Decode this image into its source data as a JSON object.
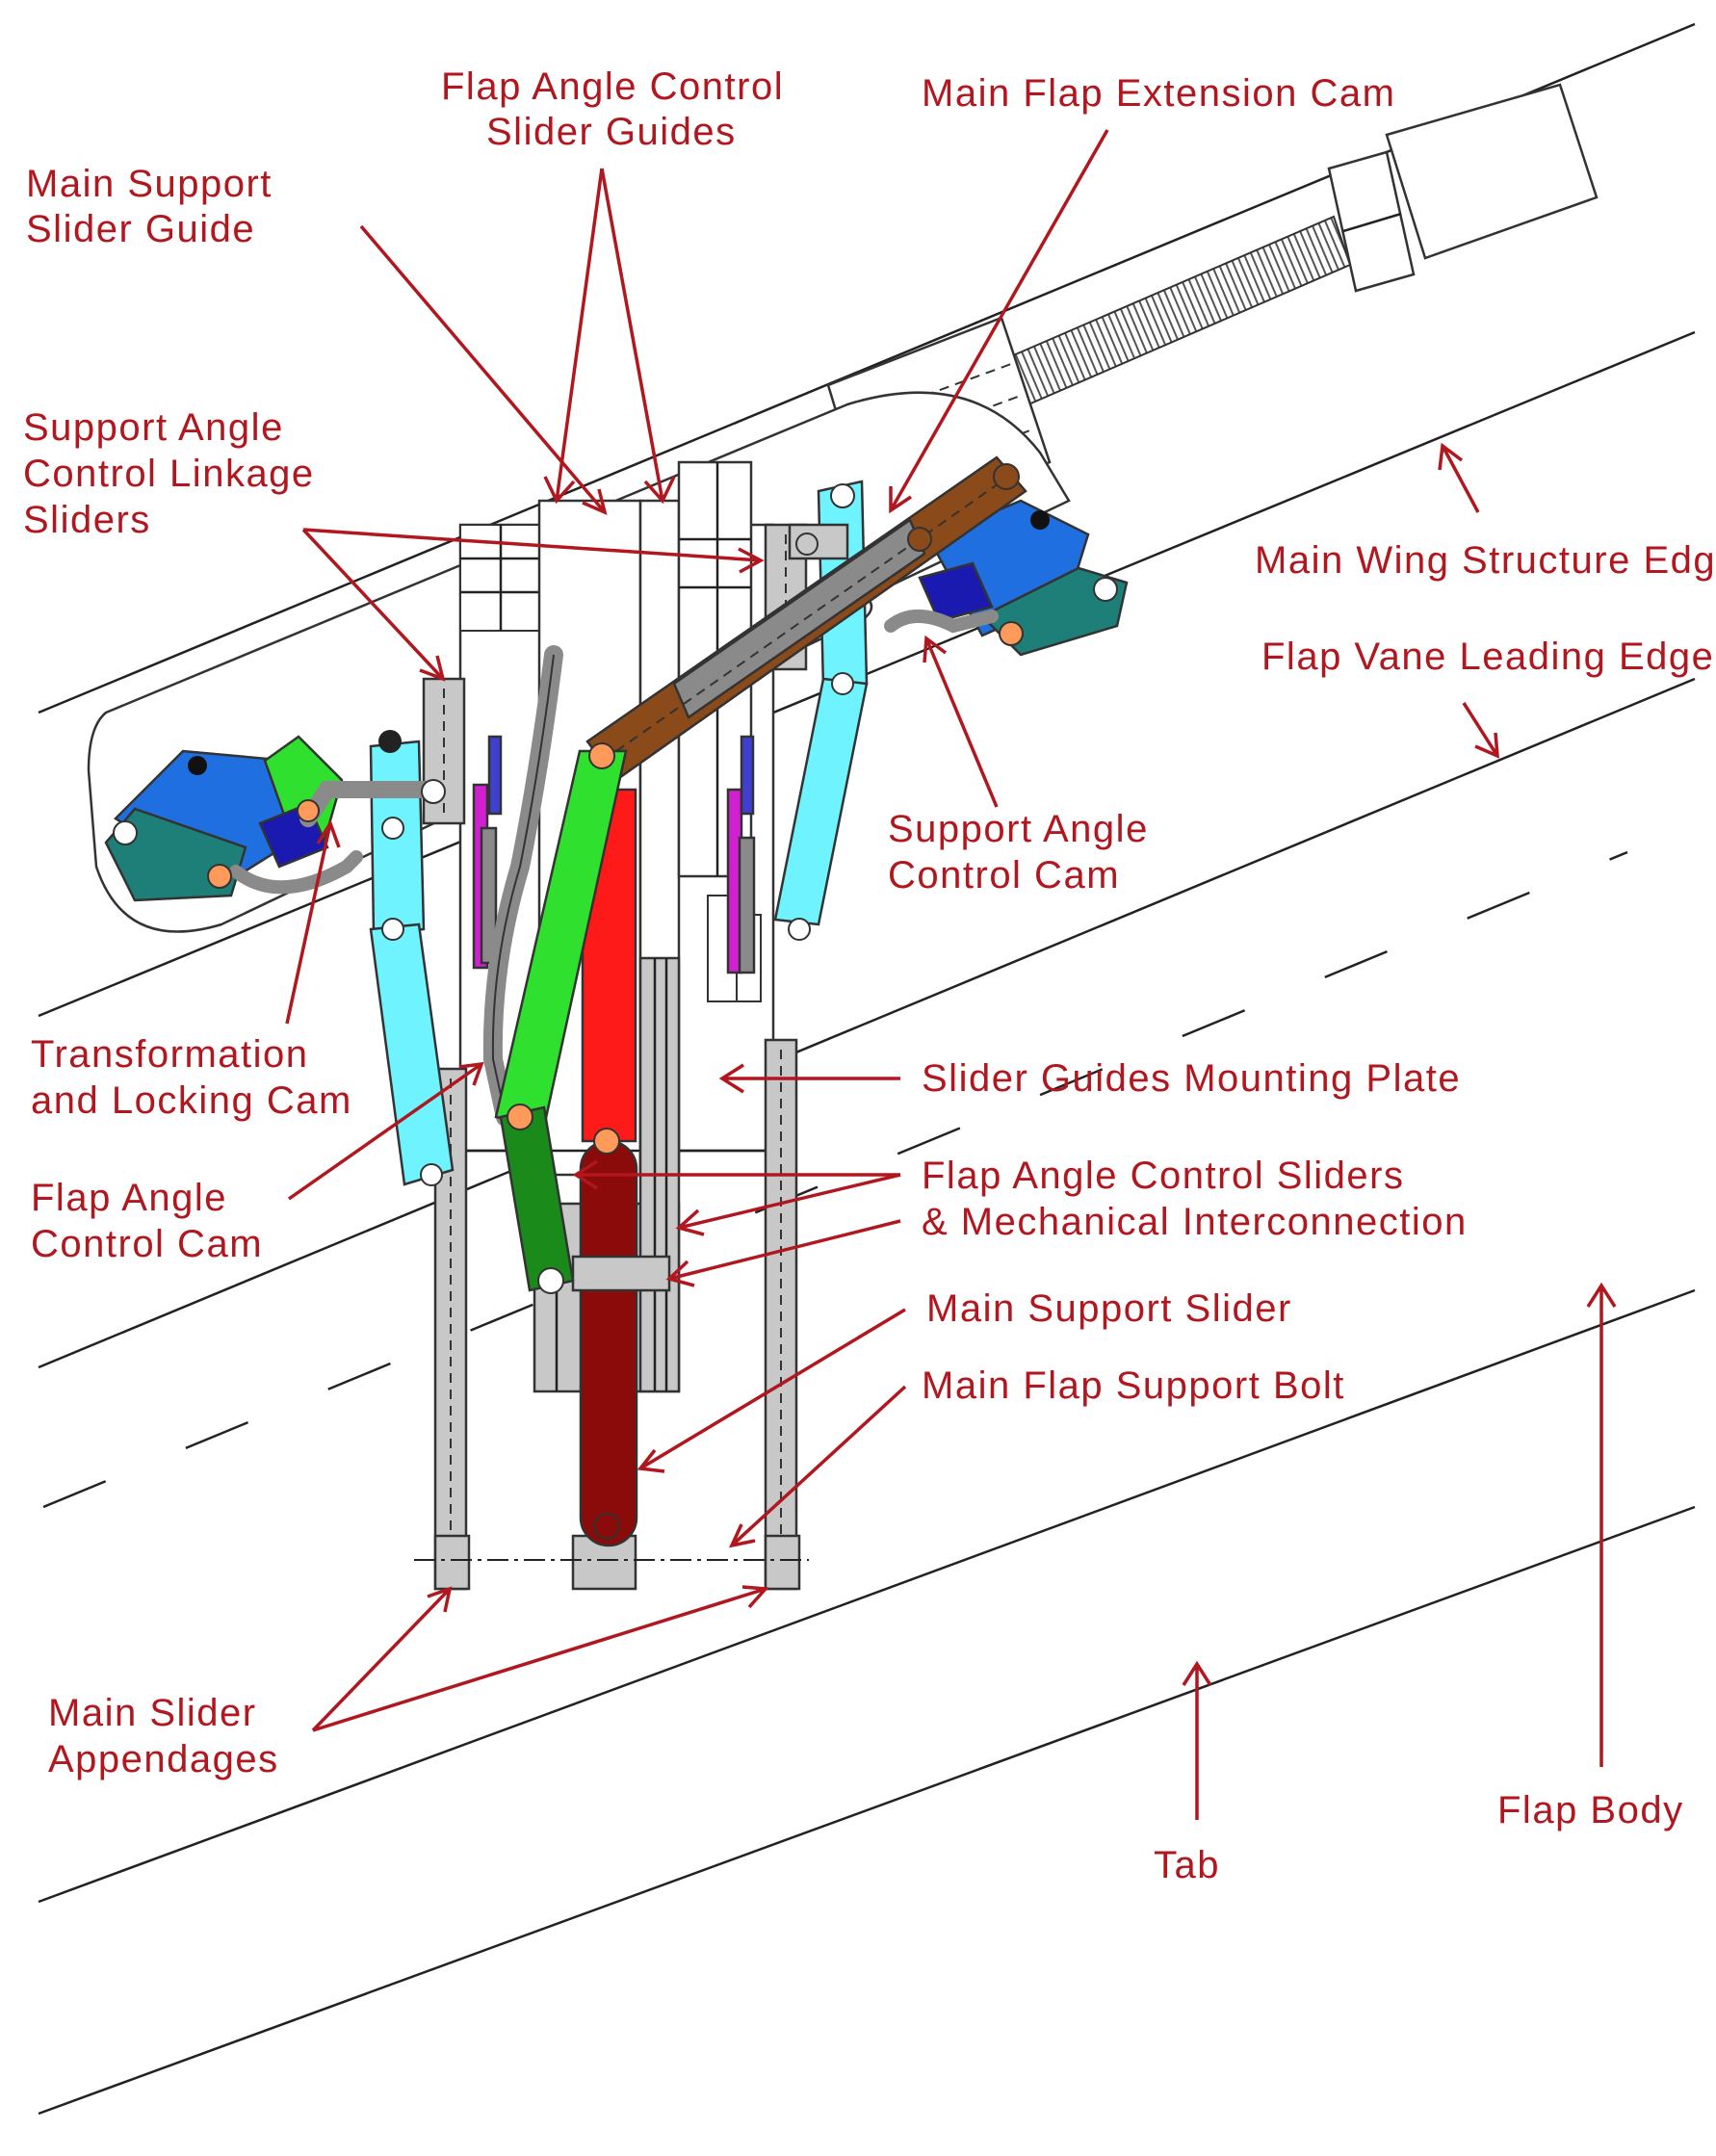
{
  "labels": {
    "flap_angle_control_slider_guides": [
      "Flap Angle Control",
      "Slider Guides"
    ],
    "main_flap_extension_cam": [
      "Main Flap Extension Cam"
    ],
    "main_support_slider_guide": [
      "Main Support",
      "Slider Guide"
    ],
    "support_angle_control_linkage_sliders": [
      "Support Angle",
      "Control Linkage",
      "Sliders"
    ],
    "main_wing_structure_edge": [
      "Main Wing Structure Edge"
    ],
    "flap_vane_leading_edge": [
      "Flap Vane Leading Edge"
    ],
    "support_angle_control_cam": [
      "Support Angle",
      "Control Cam"
    ],
    "transformation_and_locking_cam": [
      "Transformation",
      "and Locking Cam"
    ],
    "slider_guides_mounting_plate": [
      "Slider Guides Mounting Plate"
    ],
    "flap_angle_control_cam": [
      "Flap Angle",
      "Control Cam"
    ],
    "flap_angle_control_sliders": [
      "Flap Angle Control Sliders",
      "& Mechanical Interconnection"
    ],
    "main_support_slider": [
      "Main Support Slider"
    ],
    "main_flap_support_bolt": [
      "Main Flap Support Bolt"
    ],
    "main_slider_appendages": [
      "Main Slider",
      "Appendages"
    ],
    "tab": [
      "Tab"
    ],
    "flap_body": [
      "Flap Body"
    ]
  },
  "colors": {
    "label": "#b0171f",
    "blue_link": "#1f6fe0",
    "teal_link": "#1d7f78",
    "cyan_link": "#6ff4ff",
    "green_cam": "#2fe02f",
    "dark_green": "#1a8a1a",
    "red_slider": "#ff1a1a",
    "dark_red_slider": "#8b0a0a",
    "brown_cam": "#8a4a1a",
    "grey_part": "#c8c8c8",
    "dark_grey": "#8a8a8a",
    "magenta": "#d020d0",
    "orange_pin": "#ff9a5a"
  }
}
